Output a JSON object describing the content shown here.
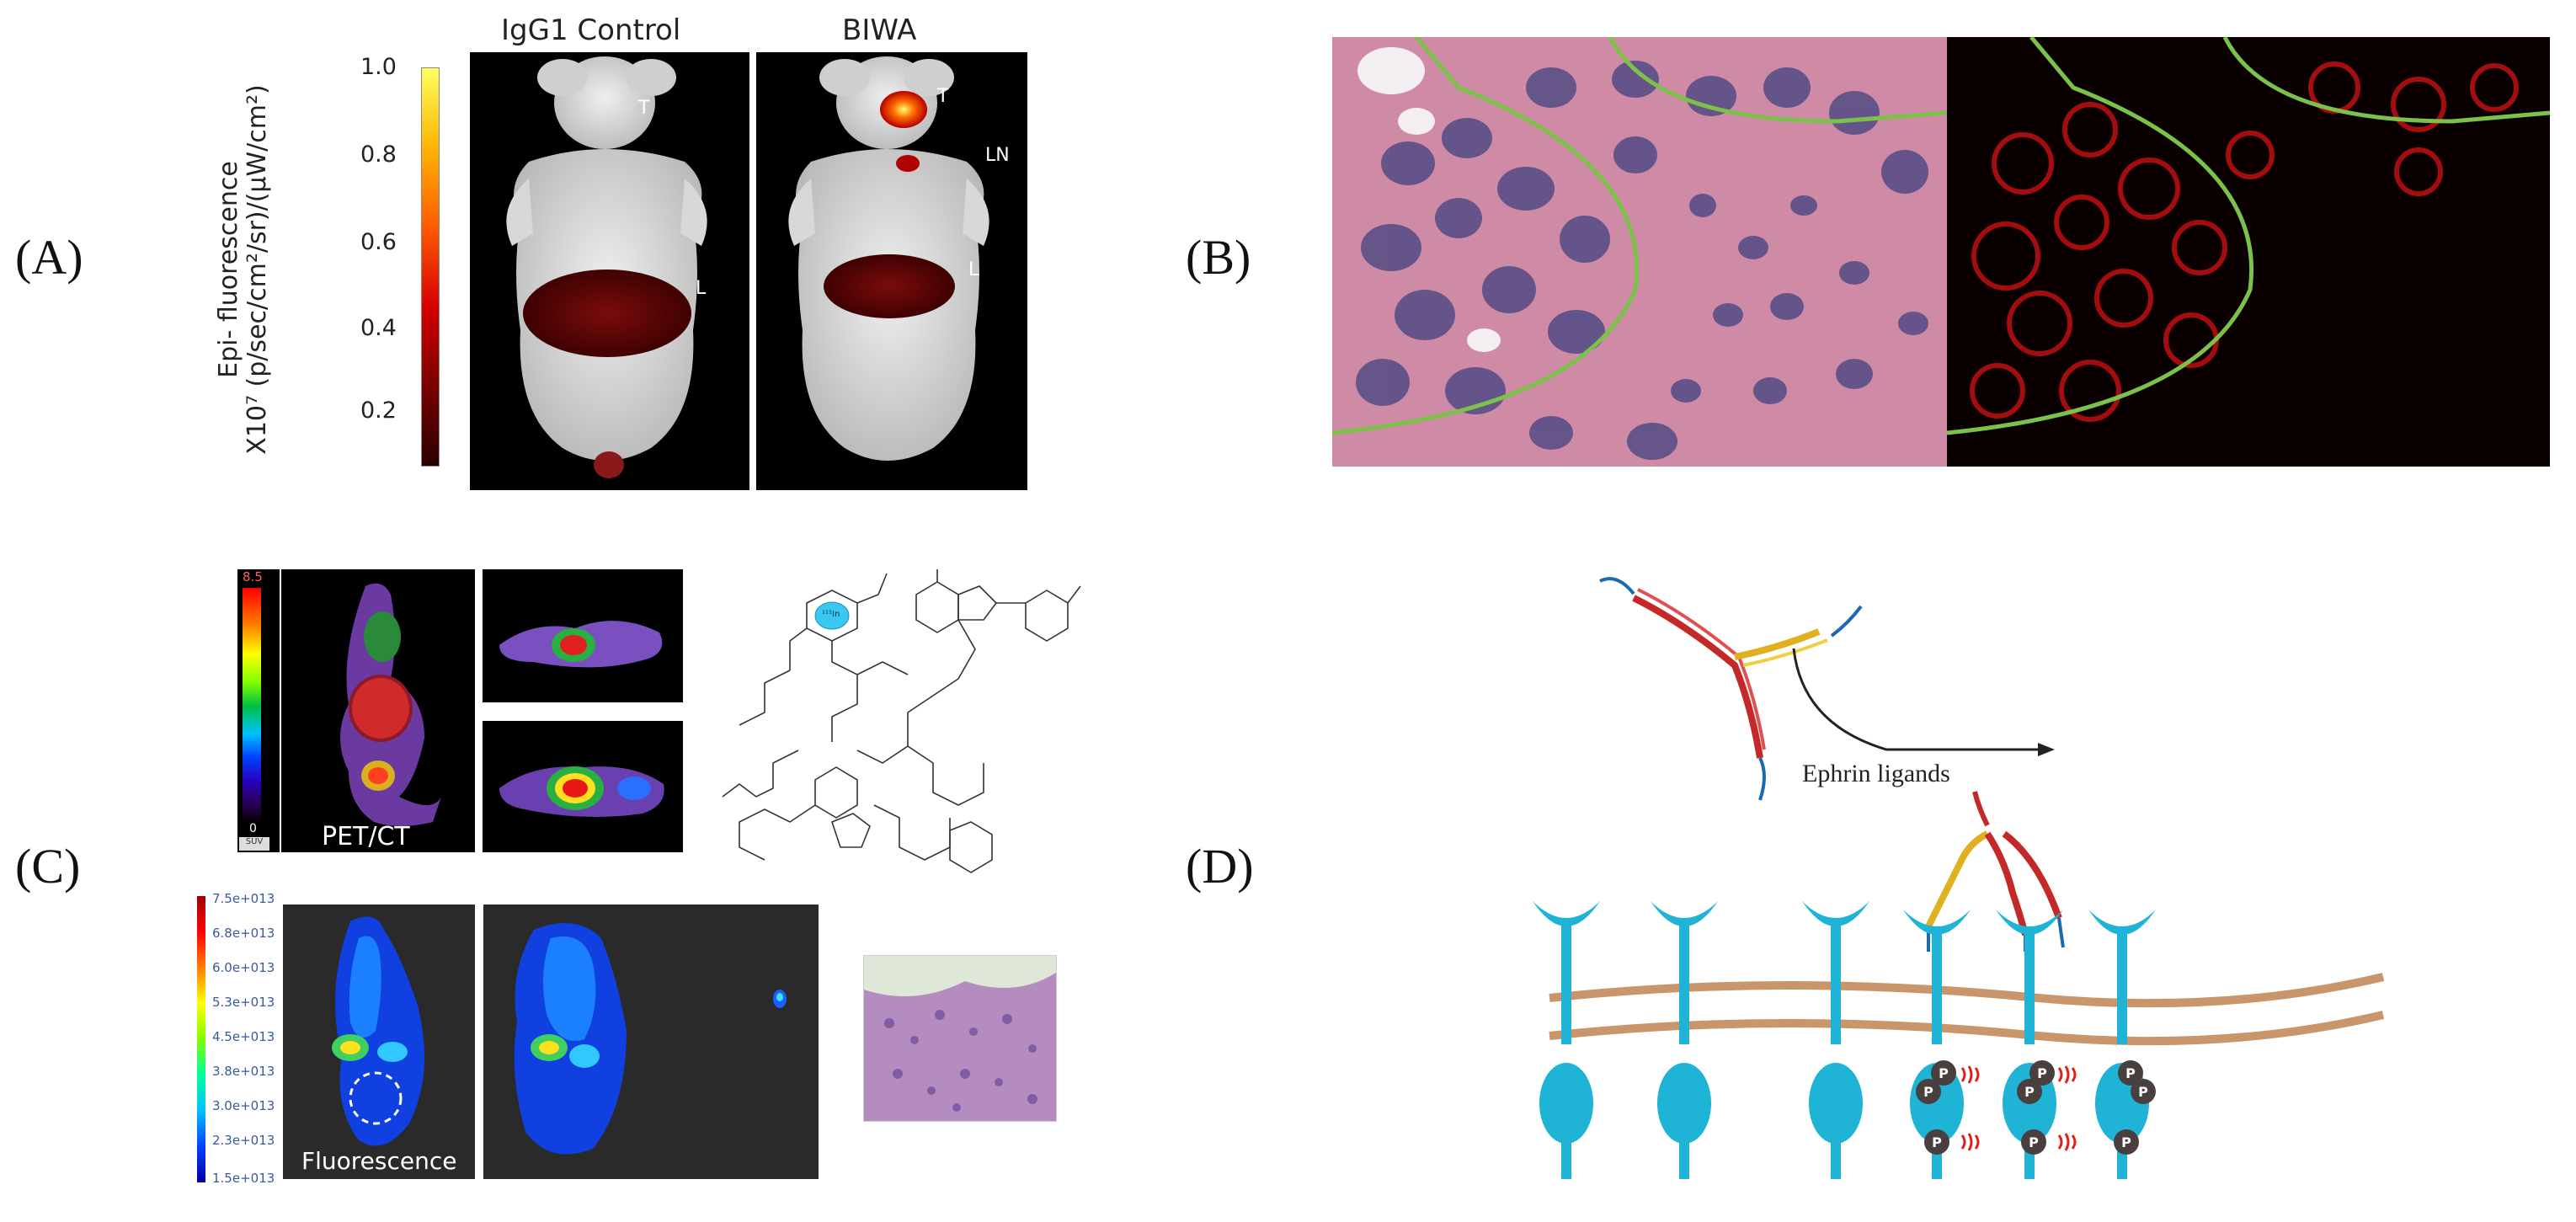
{
  "panel_labels": {
    "a": "(A)",
    "b": "(B)",
    "c": "(C)",
    "d": "(D)"
  },
  "panel_a": {
    "left_title": "IgG1 Control",
    "right_title": "BIWA",
    "colorbar_label_line1": "Epi- fluorescence",
    "colorbar_label_line2": "X10⁷ (p/sec/cm²/sr)/(µW/cm²)",
    "ticks": [
      "1.0",
      "0.8",
      "0.6",
      "0.4",
      "0.2"
    ],
    "left_labels": {
      "t": "T",
      "l": "L"
    },
    "right_labels": {
      "t": "T",
      "ln": "LN",
      "l": "L"
    }
  },
  "panel_c": {
    "pet_scale_max": "8.5",
    "pet_scale_min": "0",
    "pet_scale_unit": "SUV",
    "pet_label": "PET/CT",
    "fluor_label": "Fluorescence",
    "fluor_ticks": [
      "7.5e+013",
      "6.8e+013",
      "6.0e+013",
      "5.3e+013",
      "4.5e+013",
      "3.8e+013",
      "3.0e+013",
      "2.3e+013",
      "1.5e+013"
    ],
    "chelate_label": "¹¹¹In"
  },
  "panel_d": {
    "arrow_label": "Ephrin ligands",
    "phospho_label": "P"
  },
  "colors": {
    "membrane": "#c9956a",
    "receptor": "#1fb3d6",
    "phospho": "#4a3f3f",
    "signal": "#e0201c",
    "outline_green": "#7cc24a"
  }
}
